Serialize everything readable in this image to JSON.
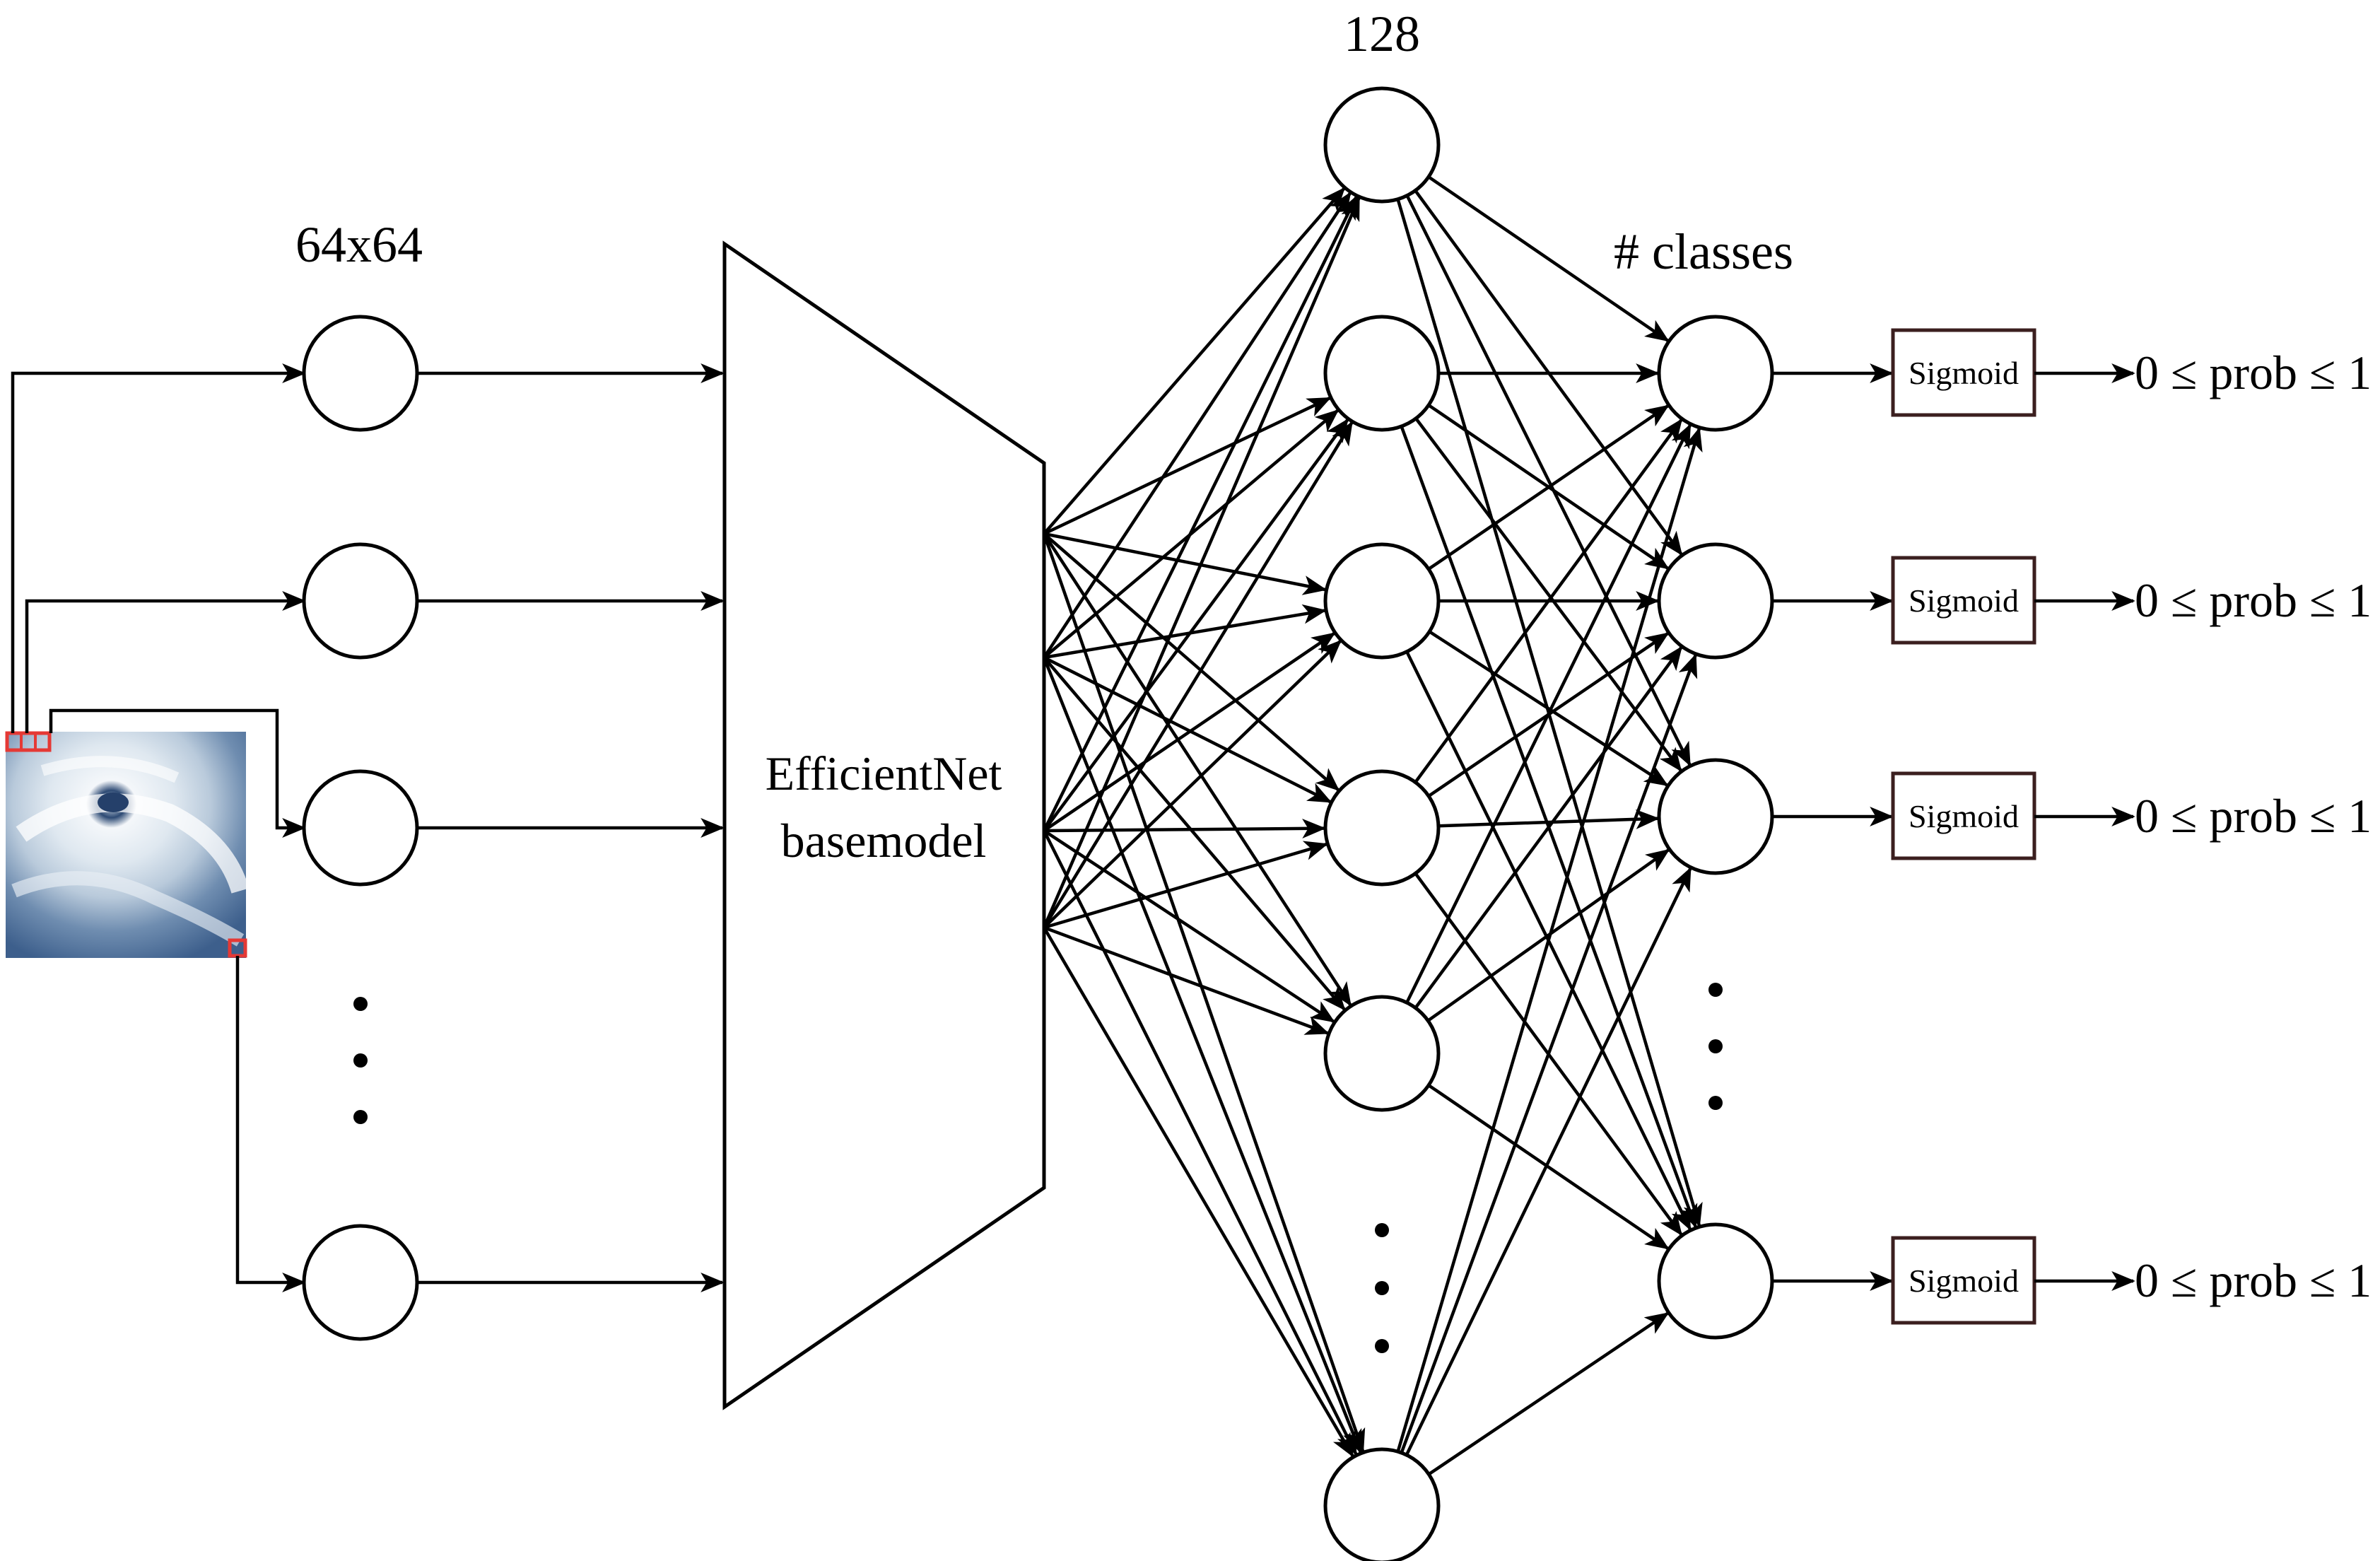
{
  "labels": {
    "input_size": "64x64",
    "hidden_size": "128",
    "output_size": "# classes",
    "base_model_line1": "EfficientNet",
    "base_model_line2": "basemodel",
    "activation": "Sigmoid",
    "output_range": "0 ≤ prob ≤ 1"
  },
  "layers": {
    "input_nodes": 4,
    "hidden_nodes": 6,
    "output_nodes": 4
  },
  "colors": {
    "stroke": "#000000",
    "pixel_highlight": "#e53935",
    "sigmoid_border": "#3b1f1f"
  },
  "image": {
    "name": "hurricane-satellite-image"
  }
}
